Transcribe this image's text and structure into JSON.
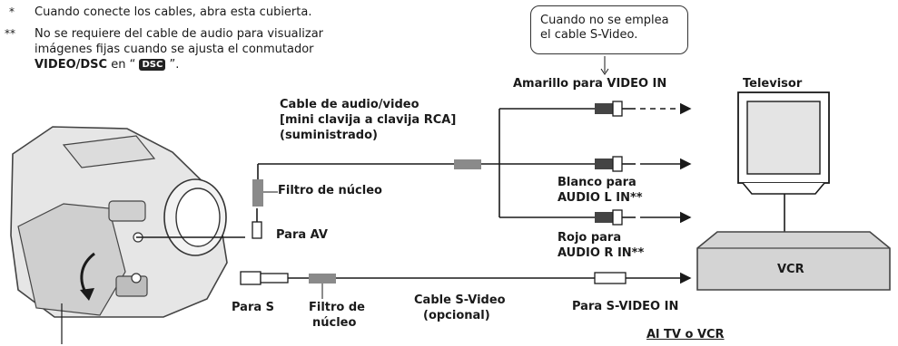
{
  "notes": {
    "note1_mark": "*",
    "note1_text": "Cuando conecte los cables, abra esta cubierta.",
    "note2_mark": "**",
    "note2_line1": "No se requiere del cable de audio para visualizar",
    "note2_line2": "imágenes fijas cuando se ajusta el conmutador",
    "note2_bold": "VIDEO/DSC",
    "note2_en": " en “",
    "note2_dsc": "DSC",
    "note2_close": "”."
  },
  "callout": {
    "line1": "Cuando no se emplea",
    "line2": "el cable S-Video."
  },
  "labels": {
    "yellow_video_in": "Amarillo para VIDEO IN",
    "av_cable_1": "Cable de audio/video",
    "av_cable_2": "[mini clavija a clavija RCA]",
    "av_cable_3": "(suministrado)",
    "core_filter_top": "Filtro de núcleo",
    "white_audio_1": "Blanco para",
    "white_audio_2": "AUDIO L IN**",
    "to_av": "Para AV",
    "red_audio_1": "Rojo para",
    "red_audio_2": "AUDIO R IN**",
    "to_s": "Para S",
    "core_filter_bottom_1": "Filtro de",
    "core_filter_bottom_2": "núcleo",
    "svideo_cable_1": "Cable S-Video",
    "svideo_cable_2": "(opcional)",
    "to_svideo_in": "Para S-VIDEO IN",
    "tv": "Televisor",
    "vcr": "VCR",
    "to_tv_or_vcr": "Al TV o VCR"
  },
  "colors": {
    "line": "#1a1a1a",
    "filter": "#8a8a8a",
    "device_fill": "#d4d4d4",
    "device_stroke": "#444444"
  }
}
